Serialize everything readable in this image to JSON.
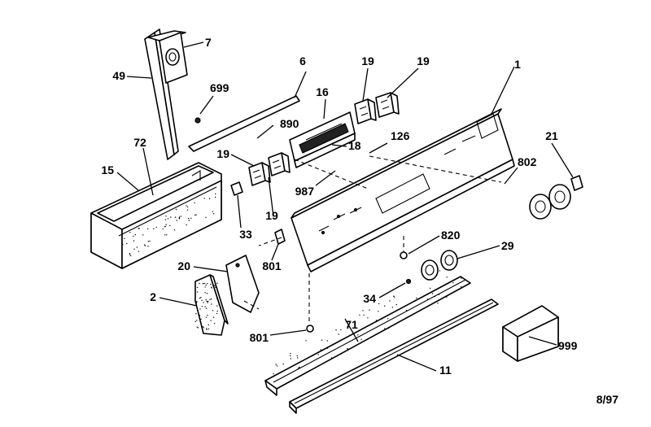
{
  "diagram": {
    "part_labels": [
      "7",
      "49",
      "6",
      "699",
      "16",
      "19",
      "19",
      "1",
      "890",
      "126",
      "21",
      "18",
      "72",
      "19",
      "802",
      "15",
      "987",
      "19",
      "33",
      "820",
      "29",
      "20",
      "801",
      "2",
      "34",
      "71",
      "801",
      "999",
      "11"
    ],
    "footer_code": "8/97"
  }
}
